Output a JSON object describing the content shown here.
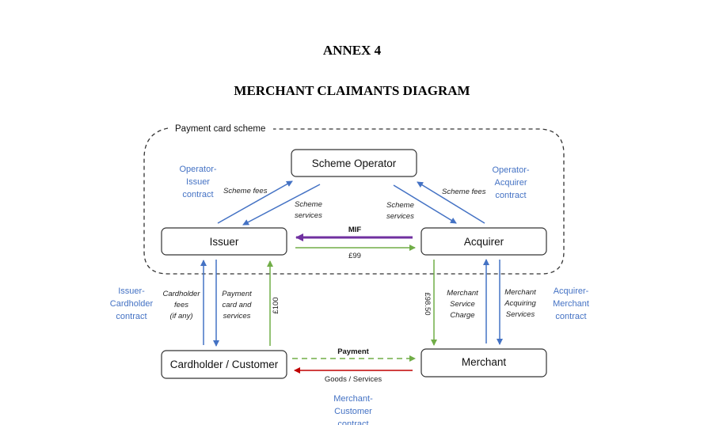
{
  "header": {
    "annex": "ANNEX 4",
    "title": "MERCHANT CLAIMANTS DIAGRAM"
  },
  "colors": {
    "blue": "#4472C4",
    "green": "#70AD47",
    "purple": "#7030A0",
    "red": "#C00000",
    "contract_text": "#4472C4",
    "box_border": "#333333",
    "dashed_border": "#333333"
  },
  "scheme": {
    "label": "Payment card scheme"
  },
  "nodes": {
    "scheme_operator": "Scheme Operator",
    "issuer": "Issuer",
    "acquirer": "Acquirer",
    "cardholder": "Cardholder / Customer",
    "merchant": "Merchant"
  },
  "contracts": {
    "operator_issuer": [
      "Operator-",
      "Issuer",
      "contract"
    ],
    "operator_acquirer": [
      "Operator-",
      "Acquirer",
      "contract"
    ],
    "issuer_cardholder": [
      "Issuer-",
      "Cardholder",
      "contract"
    ],
    "acquirer_merchant": [
      "Acquirer-",
      "Merchant",
      "contract"
    ],
    "merchant_customer": [
      "Merchant-",
      "Customer",
      "contract"
    ]
  },
  "flows": {
    "issuer_scheme_fees": "Scheme fees",
    "operator_issuer_services": [
      "Scheme",
      "services"
    ],
    "operator_acquirer_services": [
      "Scheme",
      "services"
    ],
    "acquirer_scheme_fees": "Scheme fees",
    "mif": "MIF",
    "issuer_to_acquirer_amount": "£99",
    "cardholder_fees": [
      "Cardholder",
      "fees",
      "(if any)"
    ],
    "payment_card_services": [
      "Payment",
      "card and",
      "services"
    ],
    "cardholder_to_issuer_amount": "£100",
    "acquirer_to_merchant_amount": "£98.50",
    "merchant_service_charge": [
      "Merchant",
      "Service",
      "Charge"
    ],
    "merchant_acquiring_services": [
      "Merchant",
      "Acquiring",
      "Services"
    ],
    "payment": "Payment",
    "goods_services": "Goods / Services"
  }
}
